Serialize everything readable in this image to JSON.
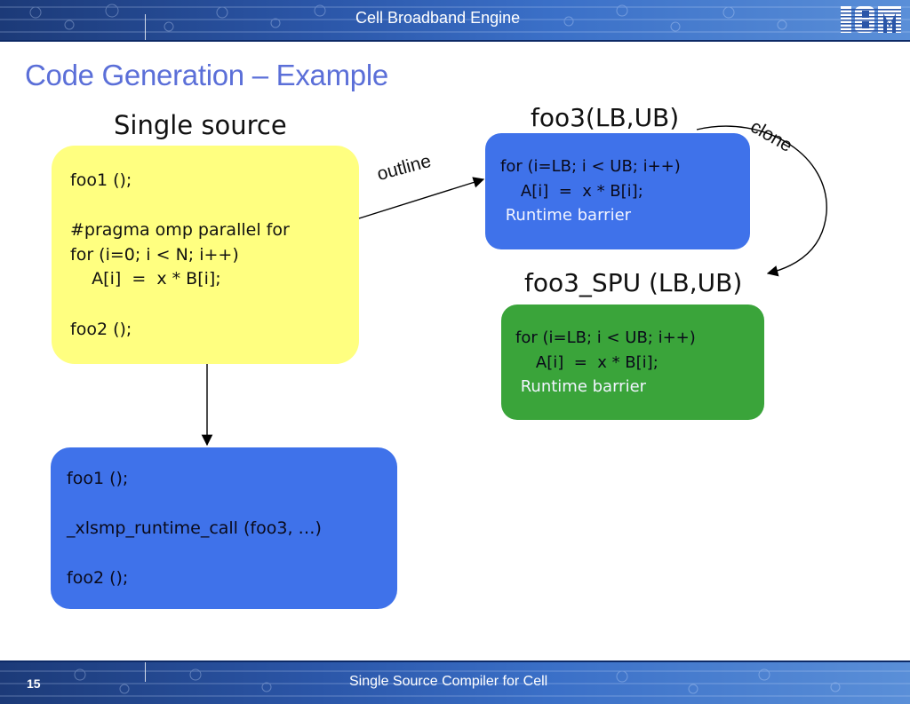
{
  "header": {
    "title": "Cell Broadband Engine",
    "logo": "IBM"
  },
  "footer": {
    "page_number": "15",
    "title": "Single Source Compiler for Cell"
  },
  "slide": {
    "title": "Code Generation – Example"
  },
  "labels": {
    "single_source": "Single source",
    "foo3": "foo3(LB,UB)",
    "foo3_spu": "foo3_SPU (LB,UB)",
    "outline": "outline",
    "clone": "clone"
  },
  "source_box": {
    "lines": [
      "foo1 ();",
      "#pragma omp parallel for",
      "for (i=0; i < N; i++)",
      "    A[i]  =  x * B[i];",
      "foo2 ();"
    ]
  },
  "foo3_box": {
    "lines": [
      "for (i=LB; i < UB; i++)",
      "    A[i]  =  x * B[i];",
      " Runtime barrier"
    ]
  },
  "spu_box": {
    "lines": [
      "for (i=LB; i < UB; i++)",
      "    A[i]  =  x * B[i];",
      " Runtime barrier"
    ]
  },
  "result_box": {
    "lines": [
      "foo1 ();",
      "_xlsmp_runtime_call (foo3, …)",
      "foo2 ();"
    ]
  }
}
